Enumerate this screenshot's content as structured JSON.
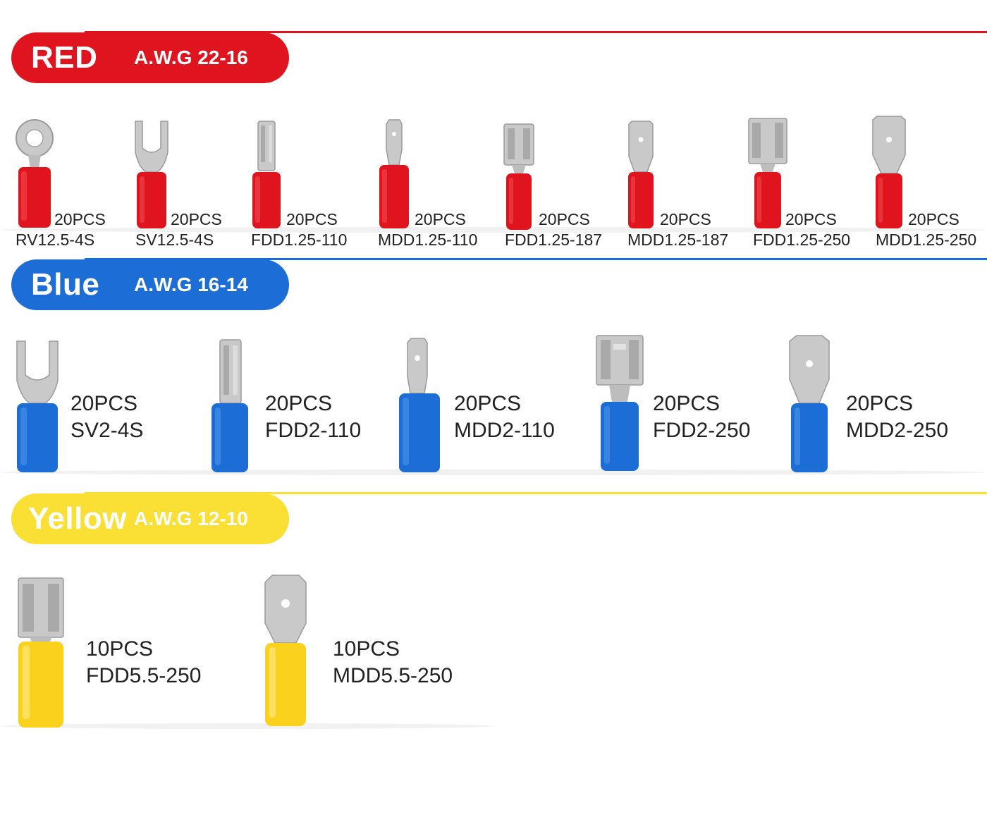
{
  "colors": {
    "red": "#e0141e",
    "blue": "#1c6ed6",
    "yellow": "#fae035",
    "metal": "#c8c8c8",
    "text": "#222222"
  },
  "sections": [
    {
      "name": "RED",
      "awg": "A.W.G 22-16",
      "items": [
        {
          "qty": "20PCS",
          "model": "RV12.5-4S",
          "shape": "ring-icon"
        },
        {
          "qty": "20PCS",
          "model": "SV12.5-4S",
          "shape": "fork-icon"
        },
        {
          "qty": "20PCS",
          "model": "FDD1.25-110",
          "shape": "female-disconnect-icon"
        },
        {
          "qty": "20PCS",
          "model": "MDD1.25-110",
          "shape": "male-disconnect-icon"
        },
        {
          "qty": "20PCS",
          "model": "FDD1.25-187",
          "shape": "female-disconnect-icon"
        },
        {
          "qty": "20PCS",
          "model": "MDD1.25-187",
          "shape": "male-disconnect-icon"
        },
        {
          "qty": "20PCS",
          "model": "FDD1.25-250",
          "shape": "female-disconnect-icon"
        },
        {
          "qty": "20PCS",
          "model": "MDD1.25-250",
          "shape": "male-disconnect-icon"
        }
      ]
    },
    {
      "name": "Blue",
      "awg": "A.W.G 16-14",
      "items": [
        {
          "qty": "20PCS",
          "model": "SV2-4S",
          "shape": "fork-icon"
        },
        {
          "qty": "20PCS",
          "model": "FDD2-110",
          "shape": "female-disconnect-icon"
        },
        {
          "qty": "20PCS",
          "model": "MDD2-110",
          "shape": "male-disconnect-icon"
        },
        {
          "qty": "20PCS",
          "model": "FDD2-250",
          "shape": "female-disconnect-icon"
        },
        {
          "qty": "20PCS",
          "model": "MDD2-250",
          "shape": "male-disconnect-icon"
        }
      ]
    },
    {
      "name": "Yellow",
      "awg": "A.W.G 12-10",
      "items": [
        {
          "qty": "10PCS",
          "model": "FDD5.5-250",
          "shape": "female-disconnect-icon"
        },
        {
          "qty": "10PCS",
          "model": "MDD5.5-250",
          "shape": "male-disconnect-icon"
        }
      ]
    }
  ]
}
